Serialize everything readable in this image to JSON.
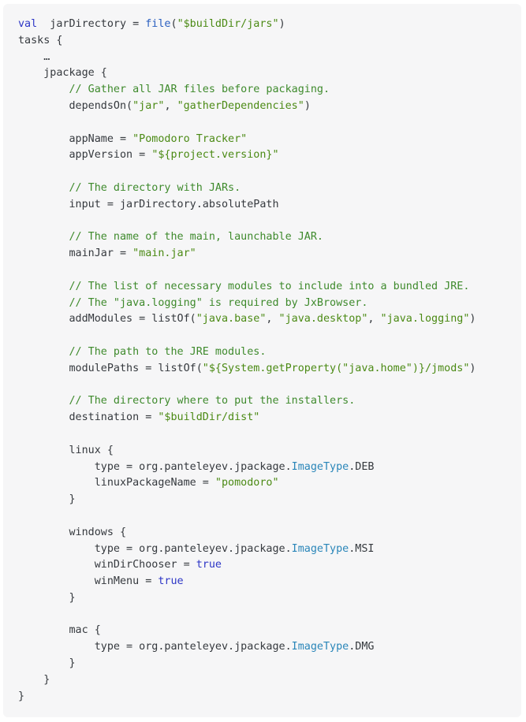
{
  "code": {
    "language": "kotlin",
    "colors": {
      "background": "#f6f6f7",
      "text": "#35393e",
      "keyword": "#2d36c6",
      "function": "#2a5fc0",
      "string": "#4b8a14",
      "comment": "#3e8a2c",
      "type": "#2a86b9"
    },
    "lines": [
      [
        [
          "kw",
          "val"
        ],
        [
          "",
          "  jarDirectory = "
        ],
        [
          "fn",
          "file"
        ],
        [
          "",
          "("
        ],
        [
          "str",
          "\"$buildDir/jars\""
        ],
        [
          "",
          ")"
        ]
      ],
      [
        [
          "",
          "tasks {"
        ]
      ],
      [
        [
          "",
          "    …"
        ]
      ],
      [
        [
          "",
          "    jpackage {"
        ]
      ],
      [
        [
          "cmt",
          "        // Gather all JAR files before packaging."
        ]
      ],
      [
        [
          "",
          "        dependsOn("
        ],
        [
          "str",
          "\"jar\""
        ],
        [
          "",
          ", "
        ],
        [
          "str",
          "\"gatherDependencies\""
        ],
        [
          "",
          ")"
        ]
      ],
      [],
      [
        [
          "",
          "        appName = "
        ],
        [
          "str",
          "\"Pomodoro Tracker\""
        ]
      ],
      [
        [
          "",
          "        appVersion = "
        ],
        [
          "str",
          "\"${project.version}\""
        ]
      ],
      [],
      [
        [
          "cmt",
          "        // The directory with JARs."
        ]
      ],
      [
        [
          "",
          "        input = jarDirectory.absolutePath"
        ]
      ],
      [],
      [
        [
          "cmt",
          "        // The name of the main, launchable JAR."
        ]
      ],
      [
        [
          "",
          "        mainJar = "
        ],
        [
          "str",
          "\"main.jar\""
        ]
      ],
      [],
      [
        [
          "cmt",
          "        // The list of necessary modules to include into a bundled JRE."
        ]
      ],
      [
        [
          "cmt",
          "        // The \"java.logging\" is required by JxBrowser."
        ]
      ],
      [
        [
          "",
          "        addModules = listOf("
        ],
        [
          "str",
          "\"java.base\""
        ],
        [
          "",
          ", "
        ],
        [
          "str",
          "\"java.desktop\""
        ],
        [
          "",
          ", "
        ],
        [
          "str",
          "\"java.logging\""
        ],
        [
          "",
          ")"
        ]
      ],
      [],
      [
        [
          "cmt",
          "        // The path to the JRE modules."
        ]
      ],
      [
        [
          "",
          "        modulePaths = listOf("
        ],
        [
          "str",
          "\"${System.getProperty(\"java.home\")}/jmods\""
        ],
        [
          "",
          ")"
        ]
      ],
      [],
      [
        [
          "cmt",
          "        // The directory where to put the installers."
        ]
      ],
      [
        [
          "",
          "        destination = "
        ],
        [
          "str",
          "\"$buildDir/dist\""
        ]
      ],
      [],
      [
        [
          "",
          "        linux {"
        ]
      ],
      [
        [
          "",
          "            type = org.panteleyev.jpackage."
        ],
        [
          "typ",
          "ImageType"
        ],
        [
          "",
          ".DEB"
        ]
      ],
      [
        [
          "",
          "            linuxPackageName = "
        ],
        [
          "str",
          "\"pomodoro\""
        ]
      ],
      [
        [
          "",
          "        }"
        ]
      ],
      [],
      [
        [
          "",
          "        windows {"
        ]
      ],
      [
        [
          "",
          "            type = org.panteleyev.jpackage."
        ],
        [
          "typ",
          "ImageType"
        ],
        [
          "",
          ".MSI"
        ]
      ],
      [
        [
          "",
          "            winDirChooser = "
        ],
        [
          "bool",
          "true"
        ]
      ],
      [
        [
          "",
          "            winMenu = "
        ],
        [
          "bool",
          "true"
        ]
      ],
      [
        [
          "",
          "        }"
        ]
      ],
      [],
      [
        [
          "",
          "        mac {"
        ]
      ],
      [
        [
          "",
          "            type = org.panteleyev.jpackage."
        ],
        [
          "typ",
          "ImageType"
        ],
        [
          "",
          ".DMG"
        ]
      ],
      [
        [
          "",
          "        }"
        ]
      ],
      [
        [
          "",
          "    }"
        ]
      ],
      [
        [
          "",
          "}"
        ]
      ]
    ]
  }
}
